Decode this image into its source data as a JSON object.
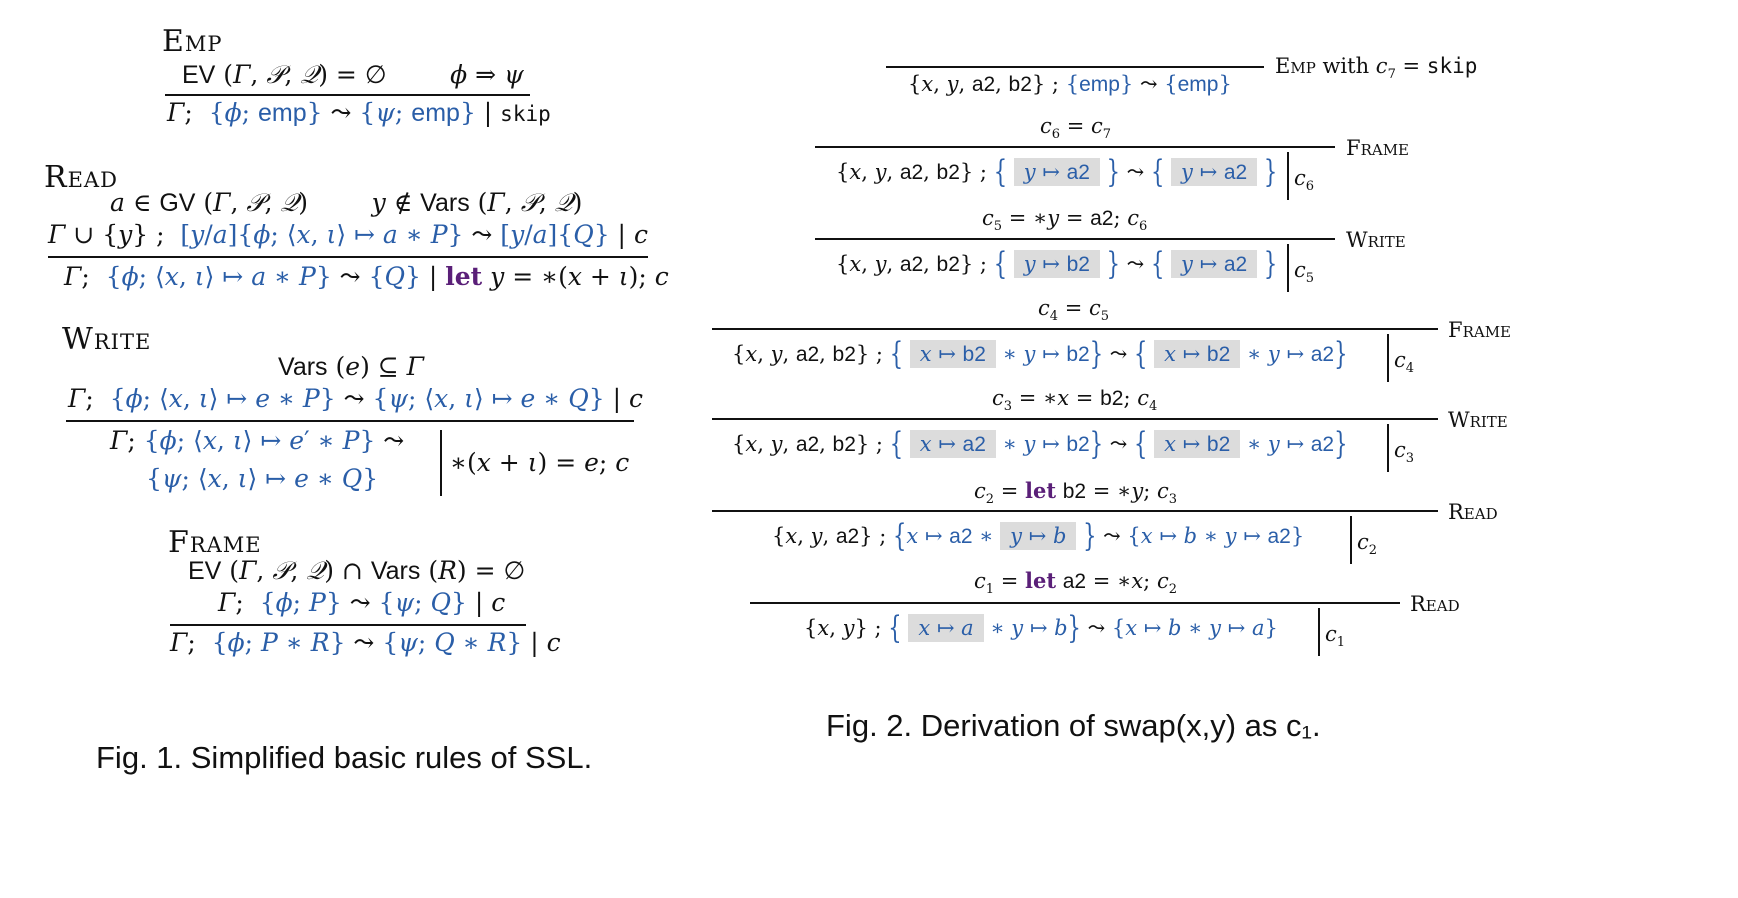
{
  "fig1": {
    "caption": "Fig. 1.  Simplified basic rules of SSL.",
    "emp": {
      "name": "Emp",
      "premise": "EV (Γ, 𝒫, 𝒬) = ∅        ϕ ⇒ ψ",
      "conclusion": "Γ;  {ϕ; emp} ⤳ {ψ; emp} | skip"
    },
    "read": {
      "name": "Read",
      "premise1": "a ∈ GV (Γ, 𝒫, 𝒬)        y ∉ Vars (Γ, 𝒫, 𝒬)",
      "premise2": "Γ ∪ {y} ;  [y/a]{ϕ; ⟨x, ι⟩ ↦ a ∗ P} ⤳ [y/a]{Q} | c",
      "conclusion": "Γ;  {ϕ; ⟨x, ι⟩ ↦ a ∗ P} ⤳ {Q} | let y = ∗(x + ι); c"
    },
    "write": {
      "name": "Write",
      "premise1": "Vars (e) ⊆ Γ",
      "premise2": "Γ;  {ϕ; ⟨x, ι⟩ ↦ e ∗ P} ⤳ {ψ; ⟨x, ι⟩ ↦ e ∗ Q} | c",
      "conclusion_l1": "Γ;  {ϕ; ⟨x, ι⟩ ↦ e′ ∗ P} ⤳",
      "conclusion_l2": "{ψ; ⟨x, ι⟩ ↦ e ∗ Q}",
      "conclusion_r": "∗(x + ι) = e; c"
    },
    "frame": {
      "name": "Frame",
      "premise1": "EV (Γ, 𝒫, 𝒬) ∩ Vars (R) = ∅",
      "premise2": "Γ;  {ϕ; P} ⤳ {ψ; Q} | c",
      "conclusion": "Γ;  {ϕ; P ∗ R} ⤳ {ψ; Q ∗ R} | c"
    }
  },
  "fig2": {
    "caption": "Fig. 2.  Derivation of swap(x,y) as c₁.",
    "steps": [
      {
        "label": "Emp with c₇ = skip",
        "judgement": "{x, y, a2, b2} ; {emp} ⤳ {emp}",
        "code": ""
      },
      {
        "label": "Frame",
        "between": "c₆ = c₇",
        "judgement": "{x, y, a2, b2} ; { y ↦ a2 } ⤳ { y ↦ a2 }",
        "code": "c₆"
      },
      {
        "label": "Write",
        "between": "c₅ = ∗y = a2; c₆",
        "judgement": "{x, y, a2, b2} ; { y ↦ b2 } ⤳ { y ↦ a2 }",
        "code": "c₅"
      },
      {
        "label": "Frame",
        "between": "c₄ = c₅",
        "judgement": "{x, y, a2, b2} ; { x ↦ b2 ∗ y ↦ b2 } ⤳ { x ↦ b2 ∗ y ↦ a2 }",
        "code": "c₄"
      },
      {
        "label": "Write",
        "between": "c₃ = ∗x = b2; c₄",
        "judgement": "{x, y, a2, b2} ; { x ↦ a2 ∗ y ↦ b2 } ⤳ { x ↦ b2 ∗ y ↦ a2 }",
        "code": "c₃"
      },
      {
        "label": "Read",
        "between": "c₂ = let b2 = ∗y; c₃",
        "judgement": "{x, y, a2} ; { x ↦ a2 ∗ y ↦ b } ⤳ { x ↦ b ∗ y ↦ a2 }",
        "code": "c₂"
      },
      {
        "label": "Read",
        "between": "c₁ = let a2 = ∗x; c₂",
        "judgement": "{x, y} ; { x ↦ a ∗ y ↦ b } ⤳ { x ↦ b ∗ y ↦ a }",
        "code": "c₁"
      }
    ]
  }
}
